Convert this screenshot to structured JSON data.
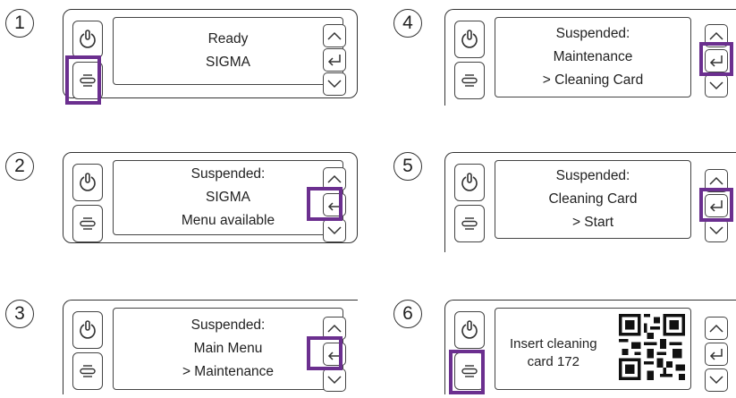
{
  "steps": [
    {
      "number": "1",
      "lines": [
        "Ready",
        "SIGMA"
      ],
      "highlight": "menu"
    },
    {
      "number": "2",
      "lines": [
        "Suspended:",
        "SIGMA",
        "Menu available"
      ],
      "highlight": "enter"
    },
    {
      "number": "3",
      "lines": [
        "Suspended:",
        "Main Menu",
        "> Maintenance"
      ],
      "highlight": "enter"
    },
    {
      "number": "4",
      "lines": [
        "Suspended:",
        "Maintenance",
        "> Cleaning Card"
      ],
      "highlight": "enter"
    },
    {
      "number": "5",
      "lines": [
        "Suspended:",
        "Cleaning Card",
        "> Start"
      ],
      "highlight": "enter"
    },
    {
      "number": "6",
      "lines": [
        "Insert cleaning",
        "card 172"
      ],
      "highlight": "menu"
    }
  ],
  "colors": {
    "highlight": "#6b2f8f",
    "outline": "#333333"
  },
  "icons": [
    "power-icon",
    "menu-icon",
    "up-arrow-icon",
    "enter-icon",
    "down-arrow-icon",
    "qr-code-icon"
  ]
}
